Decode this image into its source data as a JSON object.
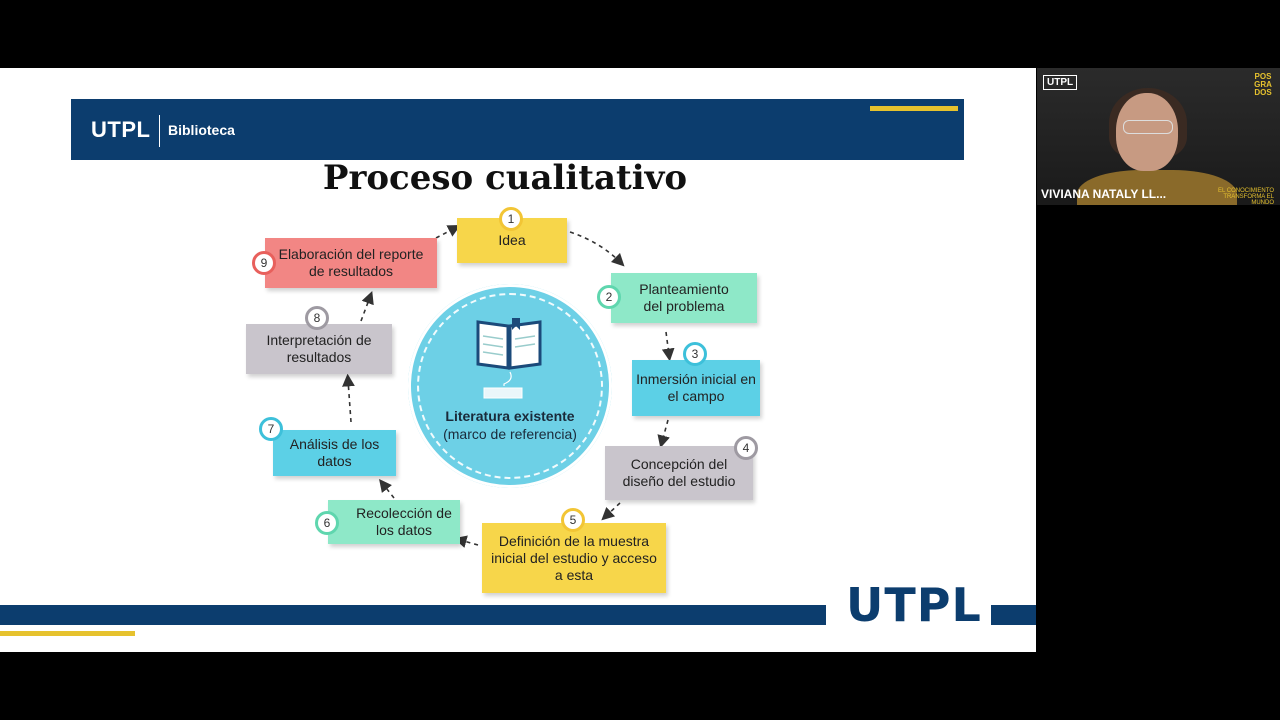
{
  "slide": {
    "header_logo": "UTPL",
    "header_sub": "Biblioteca",
    "title": "Proceso cualitativo",
    "center_title": "Literatura existente",
    "center_subtitle": "(marco de referencia)",
    "footer_logo": "UTPL",
    "steps": [
      {
        "number": "1",
        "label": "Idea",
        "color": "#f7d64a",
        "ring": "#f2c535"
      },
      {
        "number": "2",
        "label": "Planteamiento del problema",
        "color": "#8ee8c8",
        "ring": "#5fd6ae"
      },
      {
        "number": "3",
        "label": "Inmersión inicial en el campo",
        "color": "#5cd0e6",
        "ring": "#3dc0da"
      },
      {
        "number": "4",
        "label": "Concepción del diseño del estudio",
        "color": "#c9c5cc",
        "ring": "#9e9aa2"
      },
      {
        "number": "5",
        "label": "Definición de la muestra inicial del estudio y acceso a esta",
        "color": "#f7d64a",
        "ring": "#f2c535"
      },
      {
        "number": "6",
        "label": "Recolección de los datos",
        "color": "#8ee8c8",
        "ring": "#5fd6ae"
      },
      {
        "number": "7",
        "label": "Análisis de los datos",
        "color": "#5cd0e6",
        "ring": "#3dc0da"
      },
      {
        "number": "8",
        "label": "Interpretación de resultados",
        "color": "#c9c5cc",
        "ring": "#9e9aa2"
      },
      {
        "number": "9",
        "label": "Elaboración del reporte de resultados",
        "color": "#f28684",
        "ring": "#e8605c"
      }
    ]
  },
  "camera": {
    "logo": "UTPL",
    "badge": "POS GRA DOS",
    "participant_name": "VIVIANA NATALY LL...",
    "tagline": "EL CONOCIMIENTO TRANSFORMA EL MUNDO"
  },
  "colors": {
    "navy": "#0c3d6e",
    "gold": "#e6c22e"
  }
}
